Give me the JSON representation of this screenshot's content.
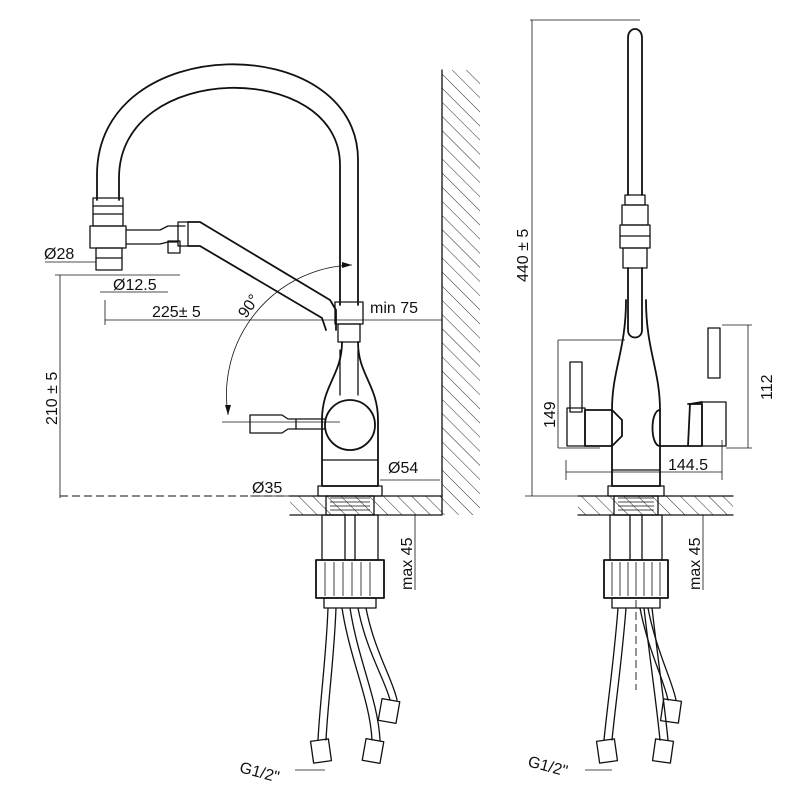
{
  "drawing": {
    "views": [
      "side-view",
      "front-view"
    ]
  },
  "dimensions": {
    "spout_ring_diameter": "Ø28",
    "aerator_diameter": "Ø12.5",
    "spout_reach": "225± 5",
    "swivel_angle": "90°",
    "wall_clearance": "min 75",
    "spout_height": "210 ± 5",
    "body_diameter": "Ø54",
    "mount_hole_diameter": "Ø35",
    "max_deck_thickness_side": "max 45",
    "max_deck_thickness_front": "max 45",
    "connector_thread_side": "G1/2\"",
    "connector_thread_front": "G1/2\"",
    "total_height": "440 ± 5",
    "left_handle_height": "149",
    "right_handle_height": "112",
    "handle_span": "144.5"
  },
  "colors": {
    "line": "#111111",
    "background": "#ffffff"
  }
}
